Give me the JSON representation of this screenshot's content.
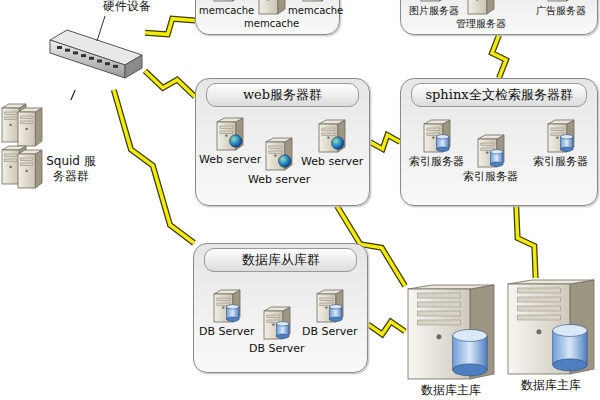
{
  "diagram": {
    "nodes": [
      {
        "text": []
      },
      {
        "text": [
          "memcache"
        ],
        "in": 0
      },
      {
        "text": [
          "memcache"
        ],
        "in": 0
      },
      {
        "text": [
          "memcache"
        ],
        "in": 0
      },
      {
        "text": []
      },
      {
        "text": [
          "图片服务器"
        ],
        "in": 4
      },
      {
        "text": [
          "管理服务器"
        ],
        "in": 4
      },
      {
        "text": [
          "广告服务器"
        ],
        "in": 4
      },
      {
        "text": [
          "硬件设备"
        ]
      },
      {
        "text": [
          "Squid 服务器群"
        ]
      },
      {
        "text": [
          "web服务器群"
        ]
      },
      {
        "text": [
          "Web server"
        ],
        "in": 10
      },
      {
        "text": [
          "Web server"
        ],
        "in": 10
      },
      {
        "text": [
          "Web server"
        ],
        "in": 10
      },
      {
        "text": [
          "sphinx全文检索服务器群"
        ]
      },
      {
        "text": [
          "索引服务器"
        ],
        "in": 14
      },
      {
        "text": [
          "索引服务器"
        ],
        "in": 14
      },
      {
        "text": [
          "索引服务器"
        ],
        "in": 14
      },
      {
        "text": [
          "数据库从库群"
        ]
      },
      {
        "text": [
          "DB Server"
        ],
        "in": 18
      },
      {
        "text": [
          "DB Server"
        ],
        "in": 18
      },
      {
        "text": [
          "DB Server"
        ],
        "in": 18
      },
      {
        "text": [
          "数据库主库"
        ]
      },
      {
        "text": [
          "数据库主库"
        ]
      }
    ],
    "edges": [
      {
        "from": 8,
        "to": 0,
        "arrow": "none"
      },
      {
        "from": 8,
        "to": 9,
        "arrow": "none"
      },
      {
        "from": 8,
        "to": 10,
        "arrow": "none"
      },
      {
        "from": 8,
        "to": 18,
        "arrow": "none"
      },
      {
        "from": 10,
        "to": 14,
        "arrow": "none"
      },
      {
        "from": 4,
        "to": 14,
        "arrow": "none"
      },
      {
        "from": 10,
        "to": 22,
        "arrow": "none"
      },
      {
        "from": 18,
        "to": 22,
        "arrow": "none"
      },
      {
        "from": 14,
        "to": 23,
        "arrow": "none"
      }
    ]
  }
}
